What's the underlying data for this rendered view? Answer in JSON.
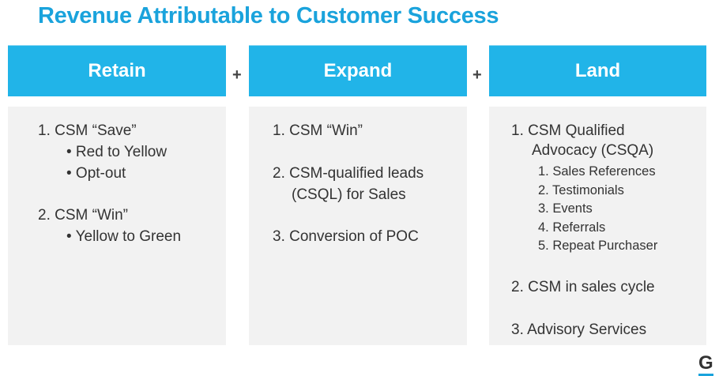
{
  "title": "Revenue Attributable to Customer Success",
  "plus": "+",
  "columns": [
    {
      "header": "Retain",
      "lines": [
        "1.  CSM “Save”",
        "• Red to Yellow",
        "• Opt-out",
        "2.  CSM “Win”",
        "• Yellow to Green"
      ]
    },
    {
      "header": "Expand",
      "lines": [
        "1. CSM “Win”",
        "2. CSM-qualified leads",
        "(CSQL) for Sales",
        "3. Conversion of POC"
      ]
    },
    {
      "header": "Land",
      "lines": [
        "1.  CSM Qualified",
        "Advocacy (CSQA)",
        "2.  CSM in sales cycle",
        "3.  Advisory Services"
      ],
      "subitems": [
        "1.  Sales References",
        "2.  Testimonials",
        "3.  Events",
        "4.  Referrals",
        "5.  Repeat Purchaser"
      ]
    }
  ],
  "logo": "G",
  "colors": {
    "accent": "#21b4e8",
    "title": "#1aa3dc",
    "panel": "#f2f2f2"
  }
}
